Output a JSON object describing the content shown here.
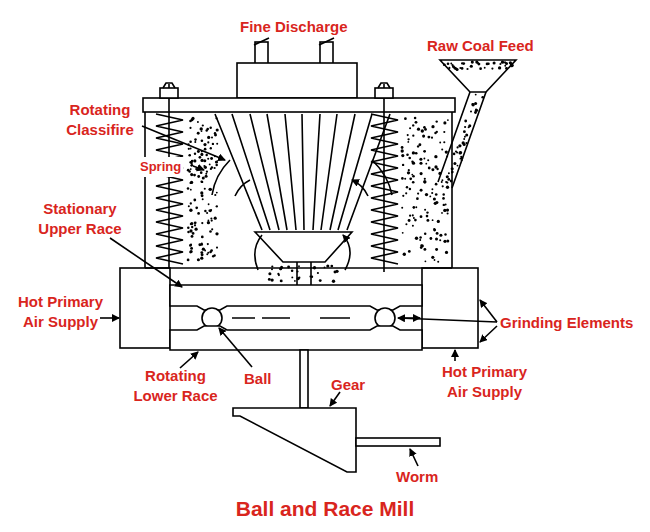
{
  "diagram": {
    "caption": "Ball and Race Mill",
    "labels": [
      "Fine Discharge",
      "Raw Coal Feed",
      "Rotating Classifire",
      "Spring",
      "Stationary Upper Race",
      "Hot Primary Air Supply",
      "Grinding Elements",
      "Ball",
      "Rotating Lower Race",
      "Gear",
      "Hot Primary Air Supply",
      "Worm"
    ]
  }
}
